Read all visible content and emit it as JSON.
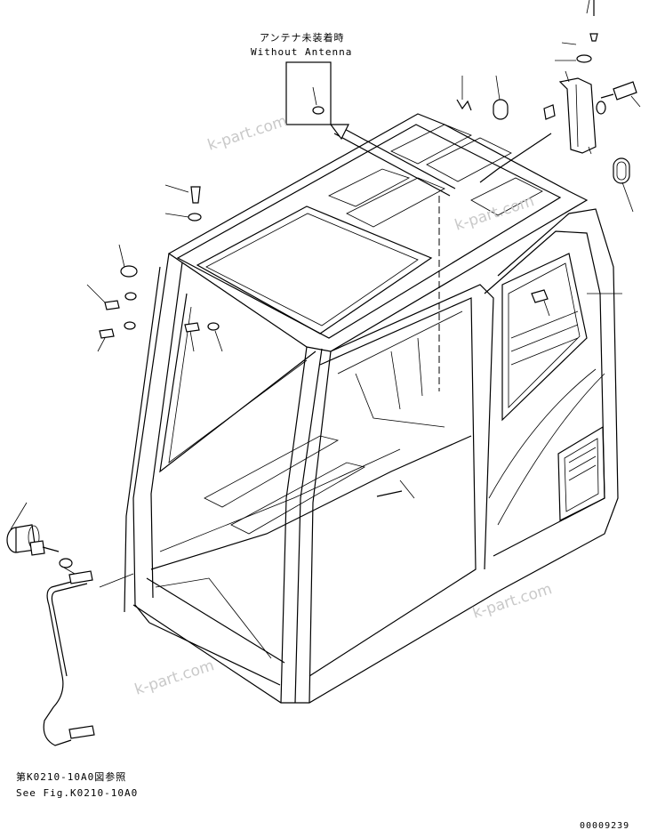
{
  "figure": {
    "antenna_note_jp": "アンテナ未装着時",
    "antenna_note_en": "Without Antenna",
    "ref_note_jp": "第K0210-10A0図参照",
    "ref_note_en": "See Fig.K0210-10A0",
    "figure_number": "00009239"
  },
  "watermarks": [
    "k-part.com",
    "k-part.com",
    "k-part.com",
    "k-part.com"
  ]
}
